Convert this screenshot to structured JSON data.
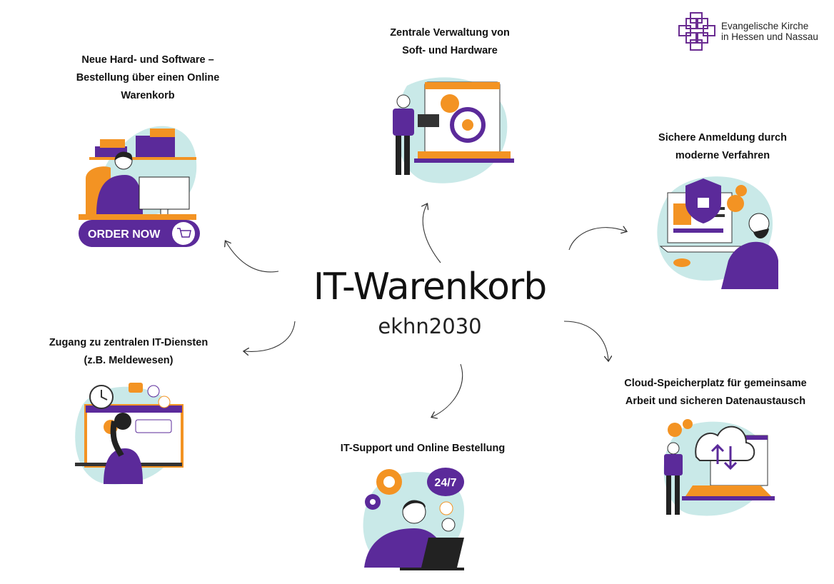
{
  "logo": {
    "line1": "Evangelische Kirche",
    "line2": "in Hessen und Nassau"
  },
  "center": {
    "title": "IT-Warenkorb",
    "subtitle": "ekhn2030"
  },
  "nodes": {
    "top": {
      "lines": [
        "Zentrale Verwaltung von",
        "Soft- und Hardware"
      ]
    },
    "top_left": {
      "lines": [
        "Neue Hard- und Software –",
        "Bestellung über einen Online",
        "Warenkorb"
      ],
      "button": "ORDER NOW"
    },
    "right": {
      "lines": [
        "Sichere Anmeldung durch",
        "moderne Verfahren"
      ]
    },
    "left": {
      "lines": [
        "Zugang zu zentralen IT-Diensten",
        "(z.B. Meldewesen)"
      ]
    },
    "bottom_right": {
      "lines": [
        "Cloud-Speicherplatz für gemeinsame",
        "Arbeit und sicheren Datenaustausch"
      ]
    },
    "bottom": {
      "lines": [
        "IT-Support und Online Bestellung"
      ],
      "badge": "24/7"
    }
  },
  "colors": {
    "purple": "#5b2a9a",
    "orange": "#f39323",
    "teal": "#c9e9e8",
    "logo": "#6a2c91"
  }
}
